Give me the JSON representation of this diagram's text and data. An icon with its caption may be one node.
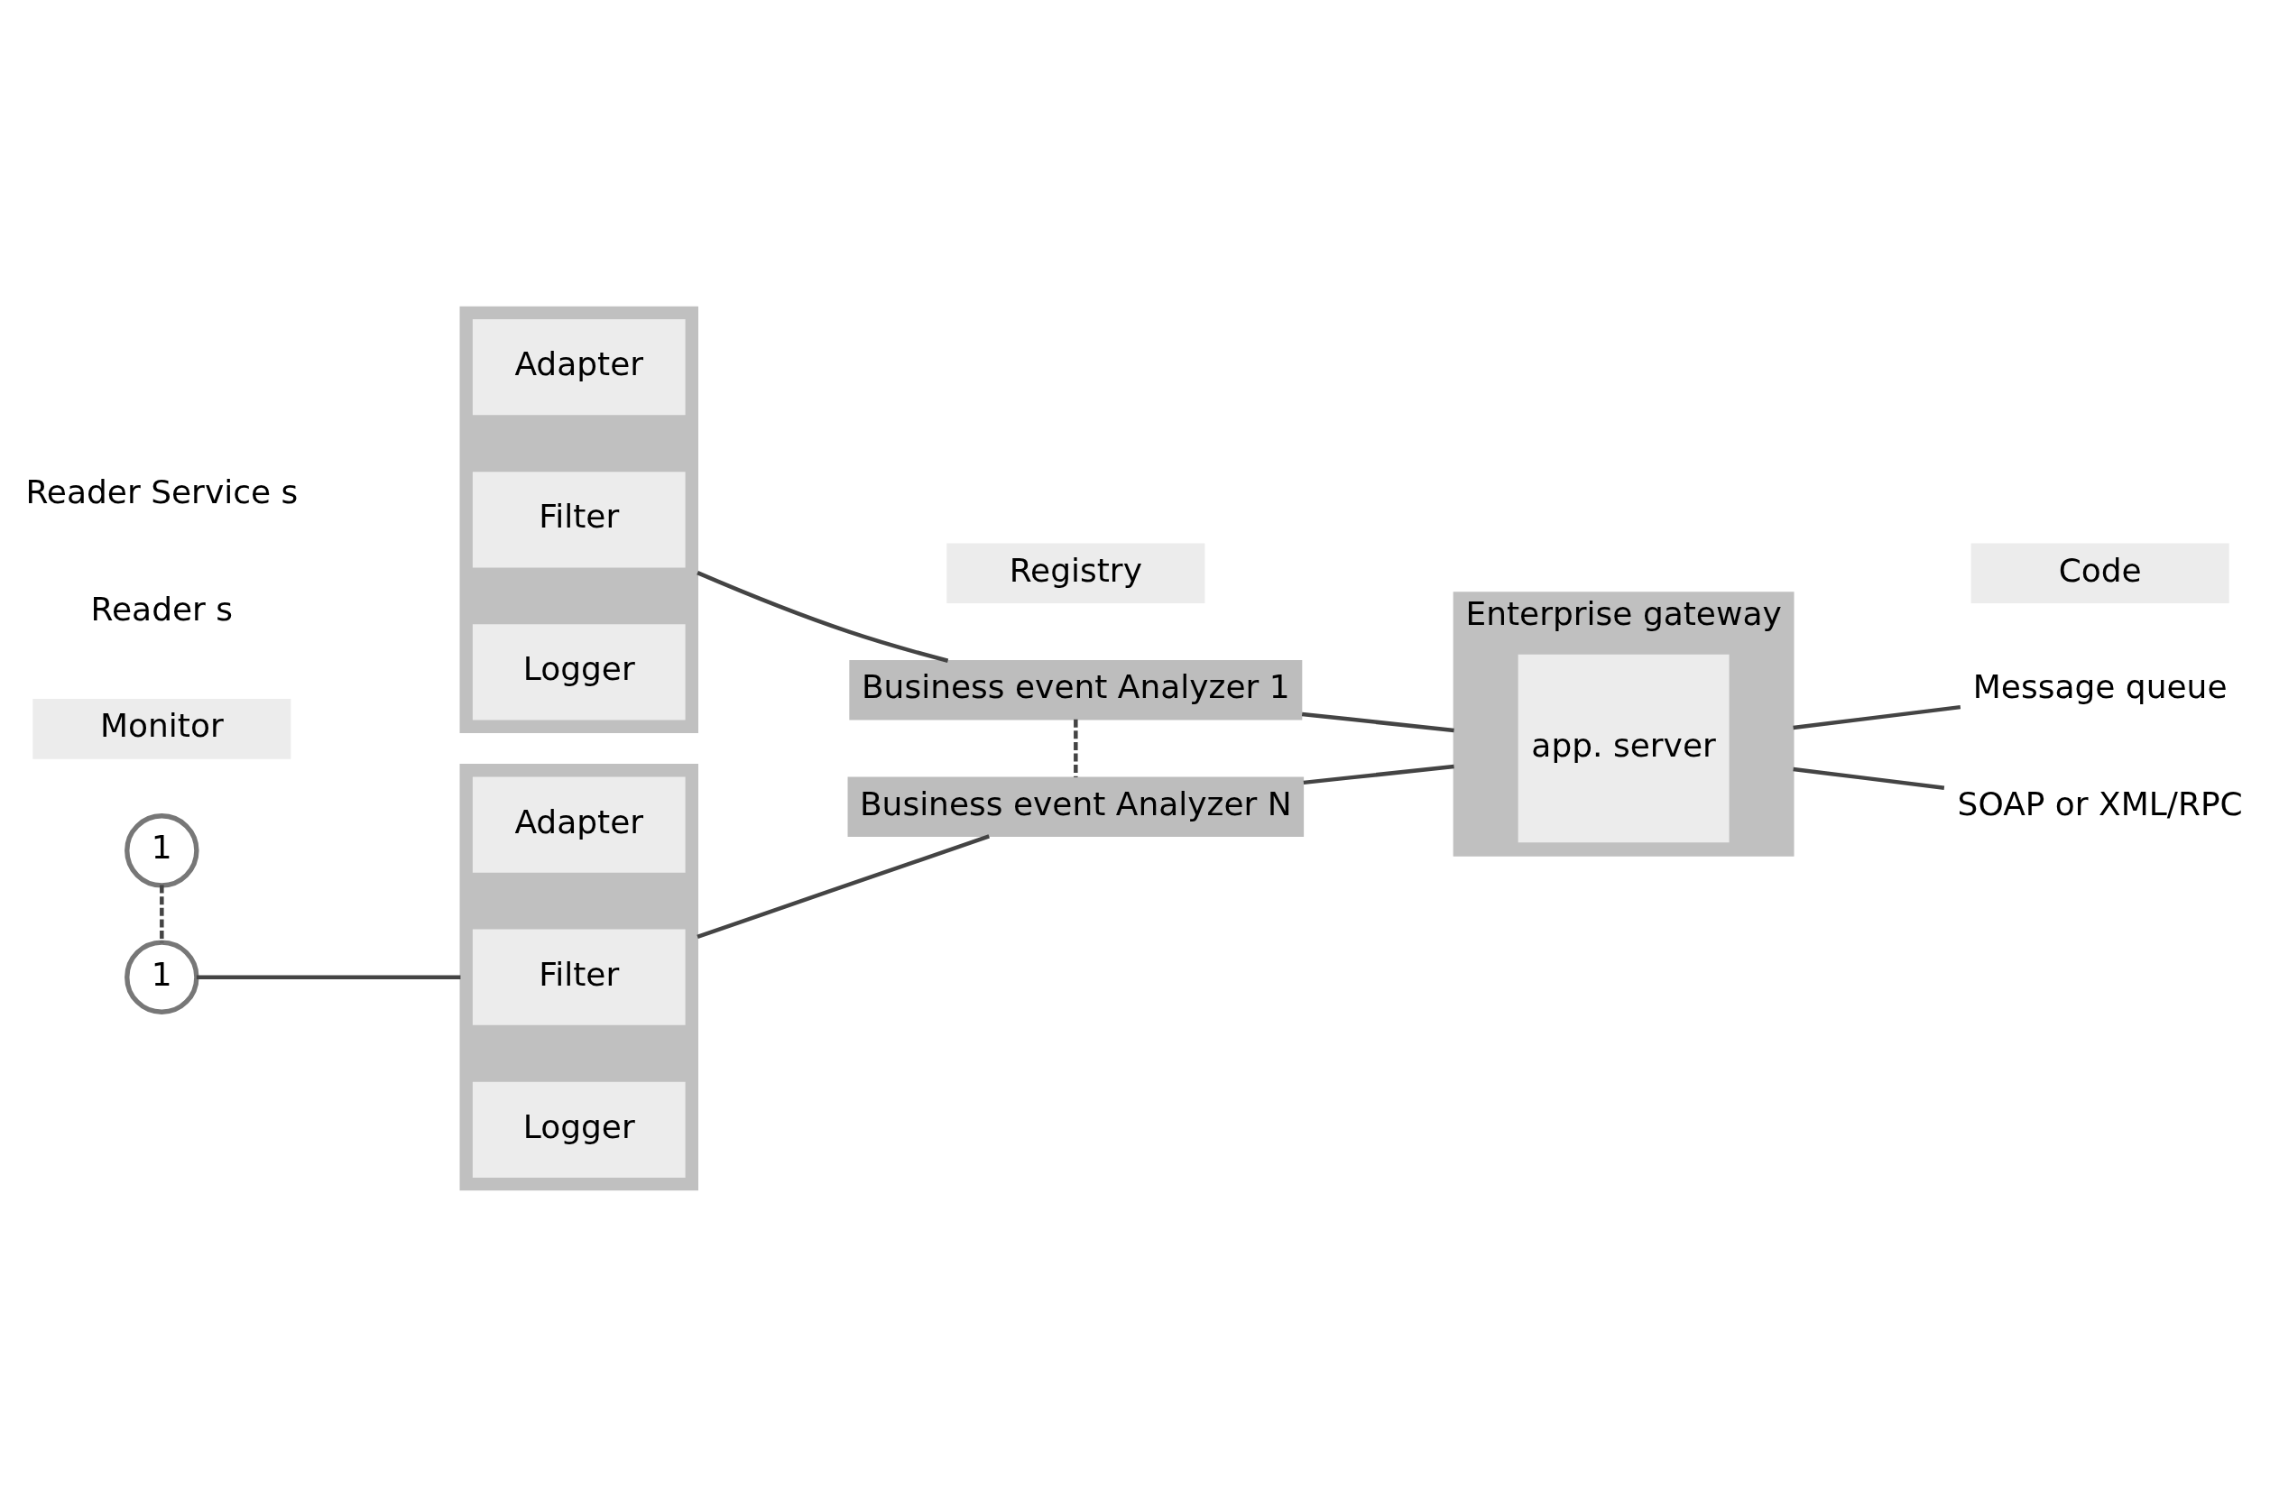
{
  "diagram": {
    "nodes": [
      {
        "text": [
          "1"
        ]
      },
      {
        "text": [
          "1"
        ]
      },
      {
        "text": [],
        "shape": "box"
      },
      {
        "text": [
          "Adapter"
        ],
        "in": 2
      },
      {
        "text": [
          "Filter"
        ],
        "in": 2
      },
      {
        "text": [
          "Logger"
        ],
        "in": 2
      },
      {
        "text": [],
        "shape": "box"
      },
      {
        "text": [
          "Adapter"
        ],
        "in": 6
      },
      {
        "text": [
          "Filter"
        ],
        "in": 6
      },
      {
        "text": [
          "Logger"
        ],
        "in": 6
      },
      {
        "text": [
          "Business event Analyzer 1"
        ]
      },
      {
        "text": [
          "Business event Analyzer N"
        ]
      },
      {
        "text": [
          "Enterprise gateway"
        ]
      },
      {
        "text": [
          "app. server"
        ],
        "in": 12
      },
      {
        "text": [
          "Message queue"
        ]
      },
      {
        "text": [
          "SOAP or XML/RPC"
        ]
      },
      {
        "text": [
          "Monitor"
        ]
      },
      {
        "text": [
          "Registry"
        ]
      },
      {
        "text": [
          "Code"
        ]
      }
    ],
    "edges": [
      {
        "from": 0,
        "to": 1,
        "arrow": "none",
        "style": "dashed"
      },
      {
        "from": 1,
        "to": 6,
        "arrow": "none"
      },
      {
        "from": 2,
        "to": 10,
        "arrow": "none"
      },
      {
        "from": 10,
        "to": 12,
        "arrow": "none"
      },
      {
        "from": 12,
        "to": 14,
        "arrow": "none"
      },
      {
        "from": 6,
        "to": 11,
        "arrow": "none"
      },
      {
        "from": 11,
        "to": 12,
        "arrow": "none"
      },
      {
        "from": 12,
        "to": 15,
        "arrow": "none"
      },
      {
        "from": 10,
        "to": 11,
        "arrow": "none",
        "style": "dashed"
      }
    ],
    "labels": [
      "Reader s",
      "Reader Service s"
    ]
  }
}
